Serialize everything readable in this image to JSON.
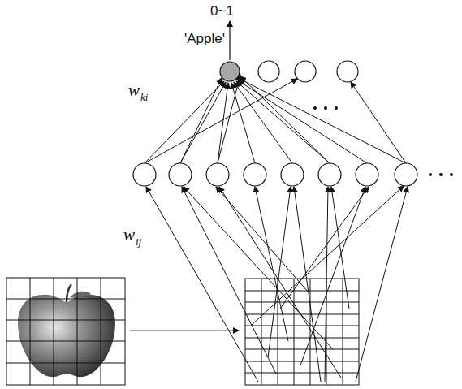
{
  "diagram": {
    "nodes": [
      {
        "text": [
          "'Apple'"
        ]
      }
    ],
    "labels": [
      "0~1",
      "w",
      "ki",
      "w",
      "ij"
    ]
  }
}
